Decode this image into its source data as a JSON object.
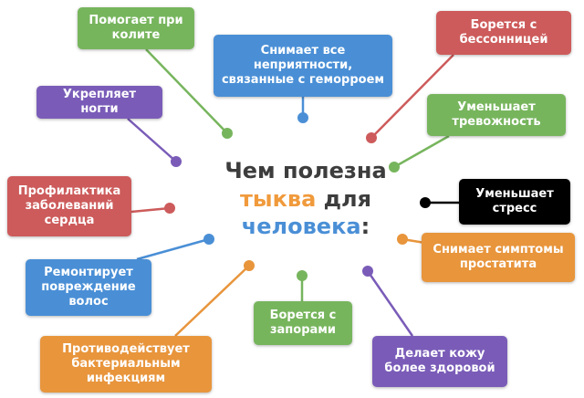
{
  "title": {
    "part1": "Чем полезна",
    "part2_pumpkin": "тыква",
    "part2_rest": " для",
    "part3_human": "человека",
    "part3_colon": ":"
  },
  "palette": {
    "green": "#77b55d",
    "blue": "#4a8fd6",
    "red": "#cd5b5b",
    "purple": "#7a5cb8",
    "orange": "#e8953c",
    "black": "#000000",
    "title_text": "#3d3d3d",
    "title_pumpkin": "#f09a3c",
    "title_human": "#4a8fd6",
    "background": "#ffffff"
  },
  "benefits": [
    {
      "id": "colitis",
      "label": "Помогает при колите",
      "color": "#77b55d"
    },
    {
      "id": "hemorrhoids",
      "label": "Снимает все неприятности, связанные с геморроем",
      "color": "#4a8fd6"
    },
    {
      "id": "insomnia",
      "label": "Борется с бессонницей",
      "color": "#cd5b5b"
    },
    {
      "id": "nails",
      "label": "Укрепляет ногти",
      "color": "#7a5cb8"
    },
    {
      "id": "anxiety",
      "label": "Уменьшает тревожность",
      "color": "#77b55d"
    },
    {
      "id": "heart-disease",
      "label": "Профилактика заболеваний сердца",
      "color": "#cd5b5b"
    },
    {
      "id": "stress",
      "label": "Уменьшает стресс",
      "color": "#000000"
    },
    {
      "id": "hair",
      "label": "Ремонтирует повреждение волос",
      "color": "#4a8fd6"
    },
    {
      "id": "prostatitis",
      "label": "Снимает симптомы простатита",
      "color": "#e8953c"
    },
    {
      "id": "bacterial-infections",
      "label": "Противодействует бактериальным инфекциям",
      "color": "#e8953c"
    },
    {
      "id": "constipation",
      "label": "Борется с запорами",
      "color": "#77b55d"
    },
    {
      "id": "skin",
      "label": "Делает кожу более здоровой",
      "color": "#7a5cb8"
    }
  ]
}
